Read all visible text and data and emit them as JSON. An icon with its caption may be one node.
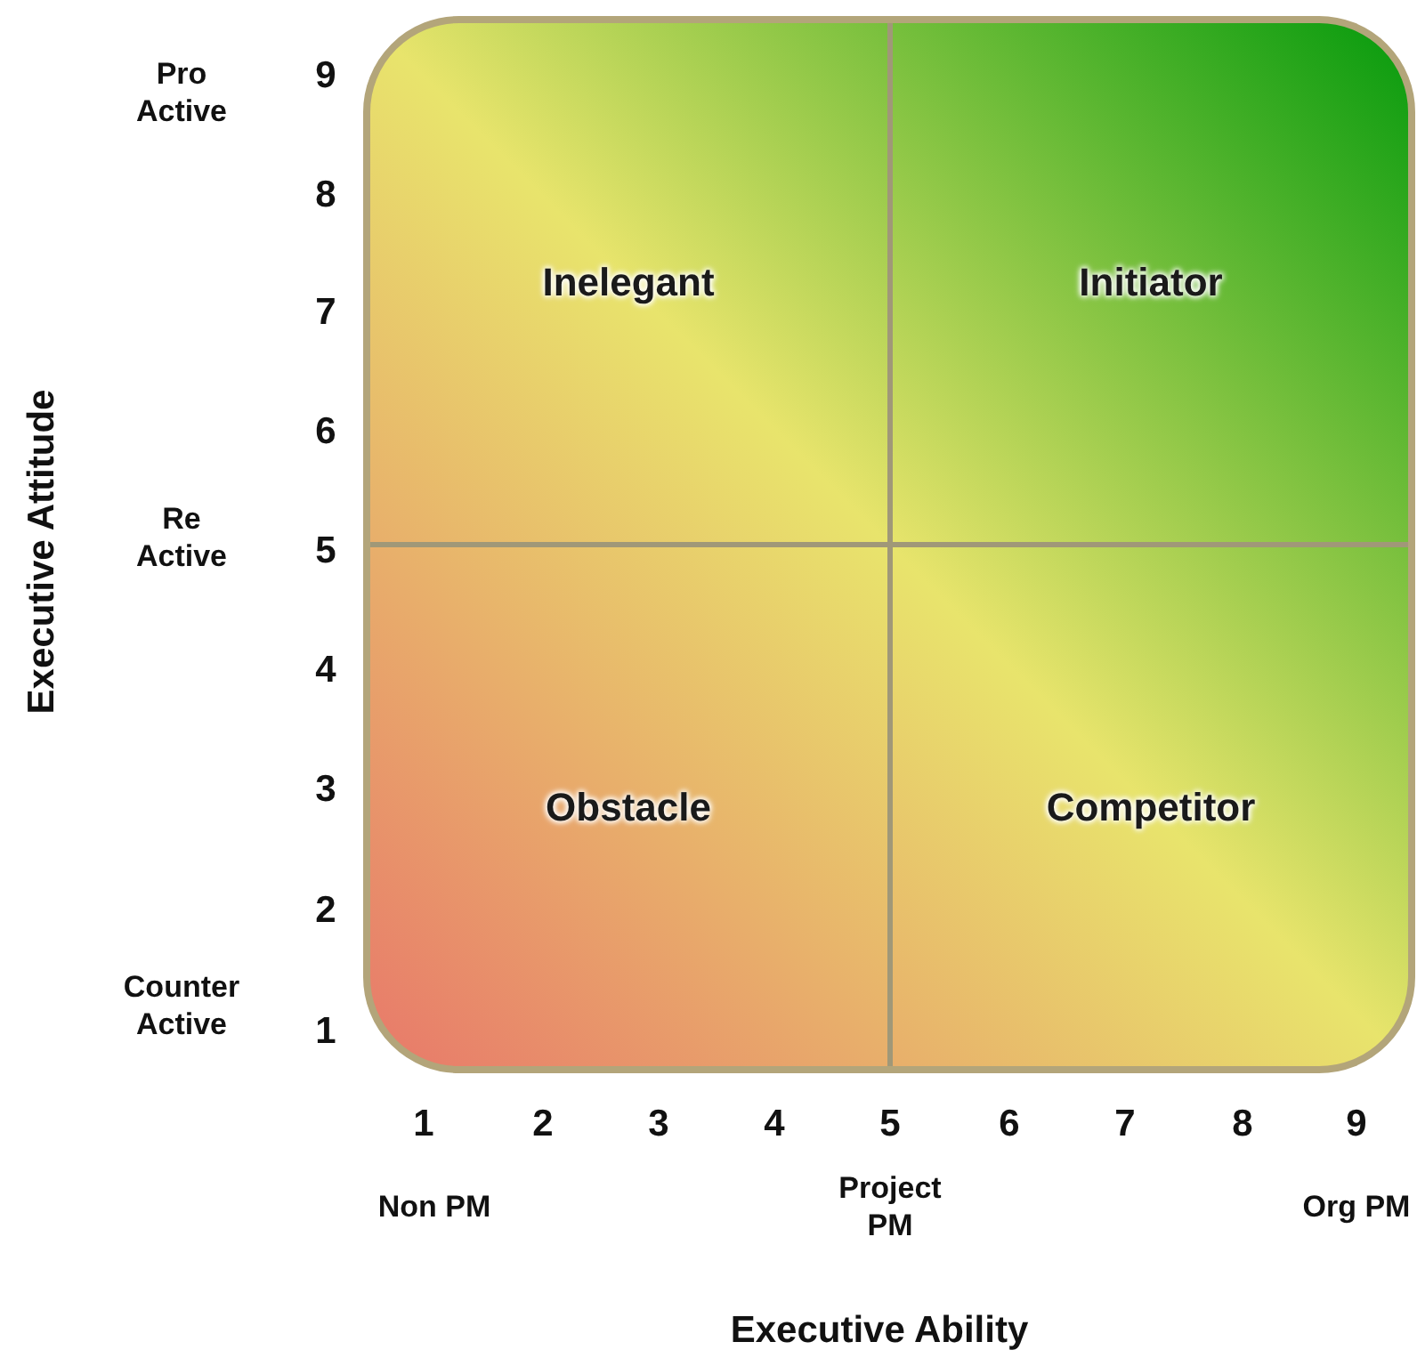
{
  "diagram": {
    "nodes": [
      {
        "text": [
          "Inelegant"
        ]
      },
      {
        "text": [
          "Initiator"
        ]
      },
      {
        "text": [
          "Obstacle"
        ]
      },
      {
        "text": [
          "Competitor"
        ]
      }
    ],
    "labels": [
      "Pro Active",
      "9",
      "8",
      "7",
      "6",
      "Re Active",
      "5",
      "4",
      "3",
      "2",
      "Counter Active",
      "1",
      "Executive Attitude",
      "1",
      "2",
      "3",
      "4",
      "5",
      "6",
      "7",
      "8",
      "9",
      "Non PM",
      "Project PM",
      "Org PM",
      "Executive Ability"
    ]
  }
}
